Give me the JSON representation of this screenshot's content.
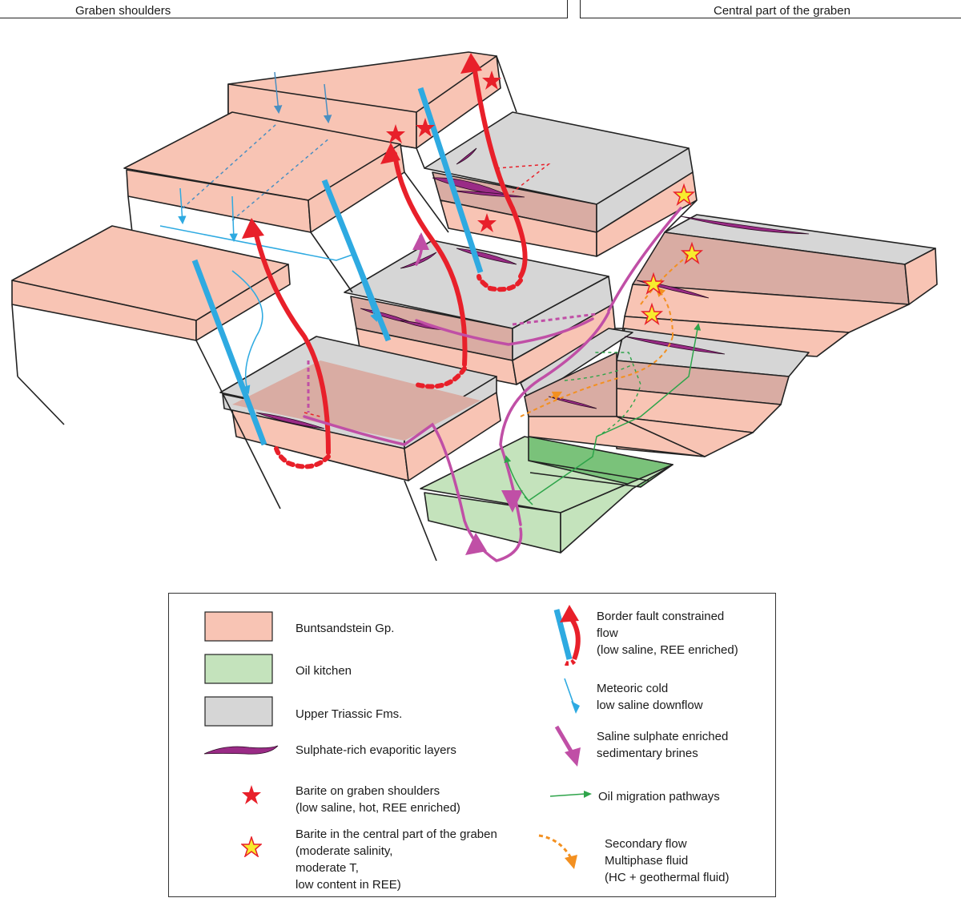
{
  "header": {
    "left": "Graben shoulders",
    "right": "Central part of the graben"
  },
  "colors": {
    "buntsandstein": "#f8c4b4",
    "buntsandstein_dark": "#d9aca3",
    "oil_kitchen": "#c4e3bc",
    "oil_kitchen_dark": "#7ac27a",
    "upper_triassic": "#d6d6d6",
    "evaporite": "#9a2b86",
    "border_fault_flow": "#e8202a",
    "meteoric_flow": "#2eaae1",
    "saline_brine": "#c04fa6",
    "oil_migration": "#2ea44a",
    "secondary_flow": "#f39020",
    "barite_star_shoulder": "#e8202a",
    "barite_star_central": "#f7ec2e"
  },
  "legend": {
    "left": [
      {
        "id": "buntsandstein",
        "label": "Buntsandstein Gp.",
        "icon": "salmon-rectangle-icon"
      },
      {
        "id": "oil_kitchen",
        "label": "Oil kitchen",
        "icon": "green-rectangle-icon"
      },
      {
        "id": "upper_triassic",
        "label": "Upper Triassic  Fms.",
        "icon": "grey-rectangle-icon"
      },
      {
        "id": "evaporite",
        "label": "Sulphate-rich evaporitic layers",
        "icon": "evaporite-lens-icon"
      },
      {
        "id": "barite_shoulders",
        "label": "Barite on graben shoulders\n(low saline, hot, REE enriched)",
        "icon": "red-star-icon"
      },
      {
        "id": "barite_central",
        "label": "Barite in the central part of the graben\n(moderate salinity,\nmoderate T,\nlow content in REE)",
        "icon": "yellow-star-icon"
      }
    ],
    "right": [
      {
        "id": "border_fault_flow",
        "label": "Border fault constrained\nflow\n(low saline, REE enriched)",
        "icon": "border-fault-flow-icon"
      },
      {
        "id": "meteoric",
        "label": "Meteoric cold\nlow saline downflow",
        "icon": "blue-arrow-icon"
      },
      {
        "id": "saline_brines",
        "label": "Saline sulphate  enriched\nsedimentary brines",
        "icon": "magenta-arrow-icon"
      },
      {
        "id": "oil_migration",
        "label": "Oil migration pathways",
        "icon": "green-arrow-icon"
      },
      {
        "id": "secondary_flow",
        "label": "Secondary flow\nMultiphase fluid\n(HC + geothermal fluid)",
        "icon": "orange-dashed-arrow-icon"
      }
    ]
  }
}
